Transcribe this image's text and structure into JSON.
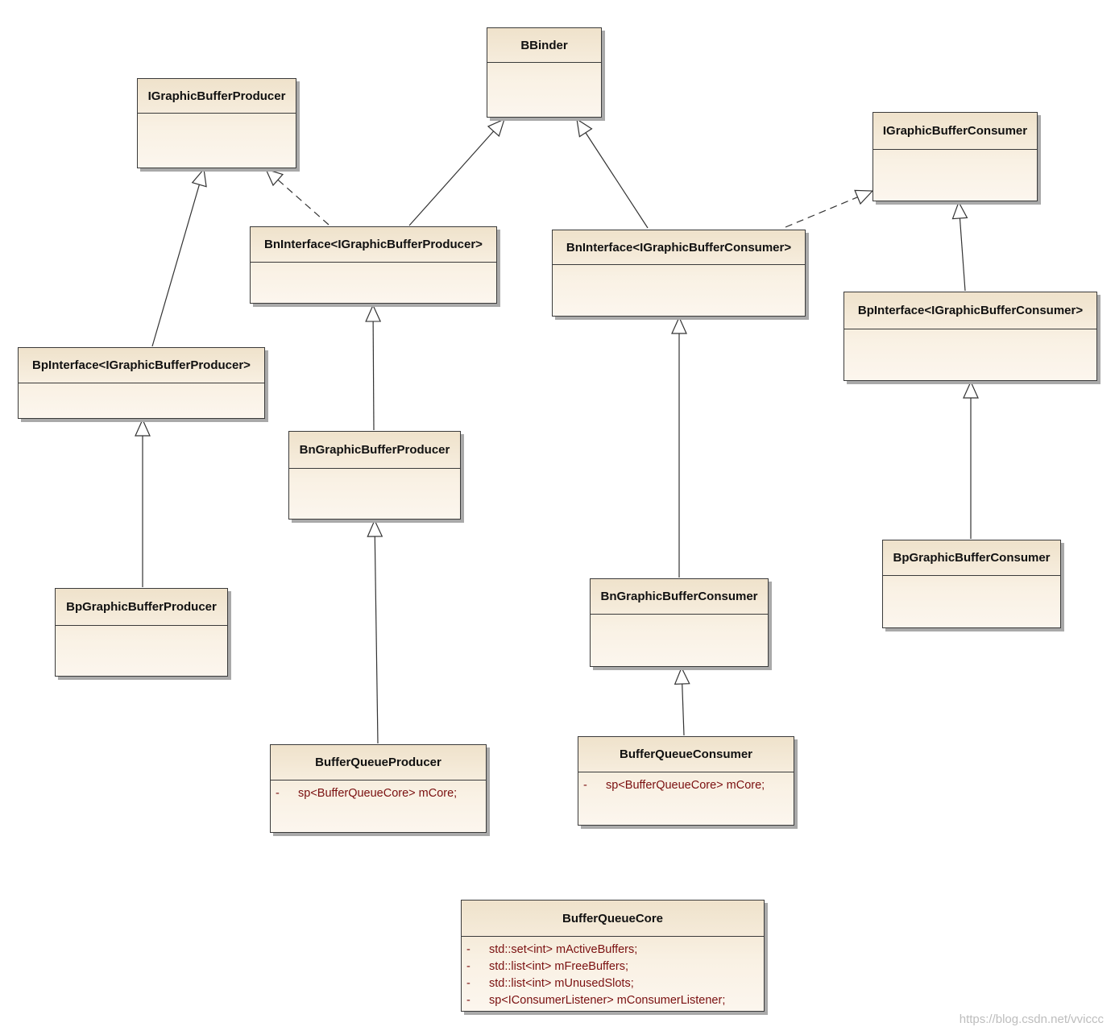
{
  "classes": {
    "bbinder": {
      "name": "BBinder"
    },
    "igraphic_buffer_producer": {
      "name": "IGraphicBufferProducer"
    },
    "igraphic_buffer_consumer": {
      "name": "IGraphicBufferConsumer"
    },
    "bn_interface_producer": {
      "name": "BnInterface<IGraphicBufferProducer>"
    },
    "bn_interface_consumer": {
      "name": "BnInterface<IGraphicBufferConsumer>"
    },
    "bp_interface_producer": {
      "name": "BpInterface<IGraphicBufferProducer>"
    },
    "bp_interface_consumer": {
      "name": "BpInterface<IGraphicBufferConsumer>"
    },
    "bn_graphic_buffer_producer": {
      "name": "BnGraphicBufferProducer"
    },
    "bp_graphic_buffer_producer": {
      "name": "BpGraphicBufferProducer"
    },
    "bn_graphic_buffer_consumer": {
      "name": "BnGraphicBufferConsumer"
    },
    "bp_graphic_buffer_consumer": {
      "name": "BpGraphicBufferConsumer"
    },
    "buffer_queue_producer": {
      "name": "BufferQueueProducer",
      "attributes": [
        {
          "visibility": "-",
          "text": "sp<BufferQueueCore> mCore;"
        }
      ]
    },
    "buffer_queue_consumer": {
      "name": "BufferQueueConsumer",
      "attributes": [
        {
          "visibility": "-",
          "text": "sp<BufferQueueCore> mCore;"
        }
      ]
    },
    "buffer_queue_core": {
      "name": "BufferQueueCore",
      "attributes": [
        {
          "visibility": "-",
          "text": "std::set<int> mActiveBuffers;"
        },
        {
          "visibility": "-",
          "text": "std::list<int> mFreeBuffers;"
        },
        {
          "visibility": "-",
          "text": "std::list<int> mUnusedSlots;"
        },
        {
          "visibility": "-",
          "text": "sp<IConsumerListener> mConsumerListener;"
        }
      ]
    }
  },
  "relationships": [
    {
      "from": "bn_interface_producer",
      "to": "bbinder",
      "kind": "generalization"
    },
    {
      "from": "bn_interface_consumer",
      "to": "bbinder",
      "kind": "generalization"
    },
    {
      "from": "bn_interface_producer",
      "to": "igraphic_buffer_producer",
      "kind": "realization"
    },
    {
      "from": "bn_interface_consumer",
      "to": "igraphic_buffer_consumer",
      "kind": "realization"
    },
    {
      "from": "bp_interface_producer",
      "to": "igraphic_buffer_producer",
      "kind": "generalization"
    },
    {
      "from": "bp_interface_consumer",
      "to": "igraphic_buffer_consumer",
      "kind": "generalization"
    },
    {
      "from": "bp_graphic_buffer_producer",
      "to": "bp_interface_producer",
      "kind": "generalization"
    },
    {
      "from": "bn_graphic_buffer_producer",
      "to": "bn_interface_producer",
      "kind": "generalization"
    },
    {
      "from": "buffer_queue_producer",
      "to": "bn_graphic_buffer_producer",
      "kind": "generalization"
    },
    {
      "from": "bn_graphic_buffer_consumer",
      "to": "bn_interface_consumer",
      "kind": "generalization"
    },
    {
      "from": "buffer_queue_consumer",
      "to": "bn_graphic_buffer_consumer",
      "kind": "generalization"
    },
    {
      "from": "bp_graphic_buffer_consumer",
      "to": "bp_interface_consumer",
      "kind": "generalization"
    }
  ],
  "watermark": "https://blog.csdn.net/vviccc"
}
